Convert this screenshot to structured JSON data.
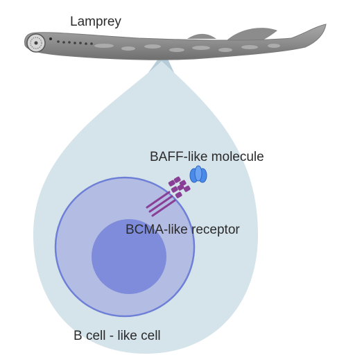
{
  "labels": {
    "lamprey": "Lamprey",
    "baff": "BAFF-like molecule",
    "bcma": "BCMA-like receptor",
    "bcell": "B cell - like cell"
  },
  "colors": {
    "zoom_cone": "#a9c3d1",
    "outer_region": "#d5e3ea",
    "cell_membrane": "#6e7fd6",
    "cell_body": "#b3bde4",
    "nucleus": "#7e8cdb",
    "receptor": "#8a3f96",
    "baff_molecule": "#4a8bea",
    "lamprey_body": "#8c8c8c"
  }
}
